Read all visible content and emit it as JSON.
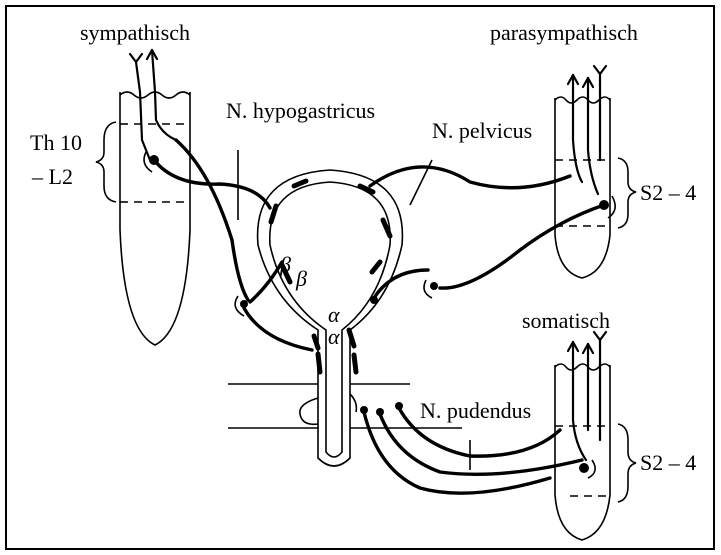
{
  "labels": {
    "sympathetic": "sympathisch",
    "parasympathetic": "parasympathisch",
    "somatic": "somatisch",
    "n_hypogastricus": "N. hypogastricus",
    "n_pelvicus": "N. pelvicus",
    "n_pudendus": "N. pudendus",
    "th10": "Th 10",
    "l2": "– L2",
    "s24_upper": "S2 – 4",
    "s24_lower": "S2 – 4",
    "beta1": "β",
    "beta2": "β",
    "alpha1": "α",
    "alpha2": "α"
  }
}
